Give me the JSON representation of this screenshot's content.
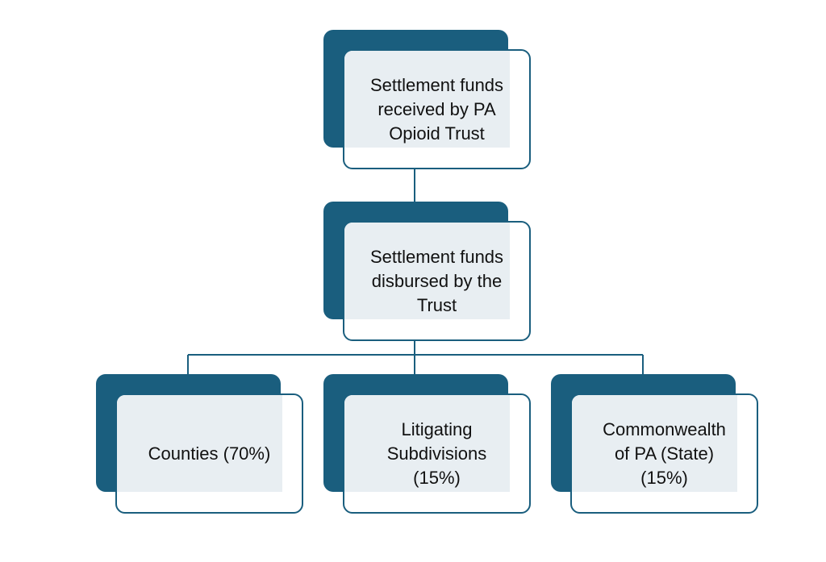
{
  "colors": {
    "dark": "#1a5e7e",
    "light": "#e8eef2",
    "line": "#1a5e7e"
  },
  "nodes": {
    "received": {
      "label": "Settlement funds\nreceived by PA\nOpioid Trust"
    },
    "disbursed": {
      "label": "Settlement funds\ndisbursed by the\nTrust"
    },
    "counties": {
      "label": "Counties (70%)"
    },
    "litigating": {
      "label": "Litigating\nSubdivisions\n(15%)"
    },
    "commonwealth": {
      "label": "Commonwealth\nof PA (State)\n(15%)"
    }
  }
}
